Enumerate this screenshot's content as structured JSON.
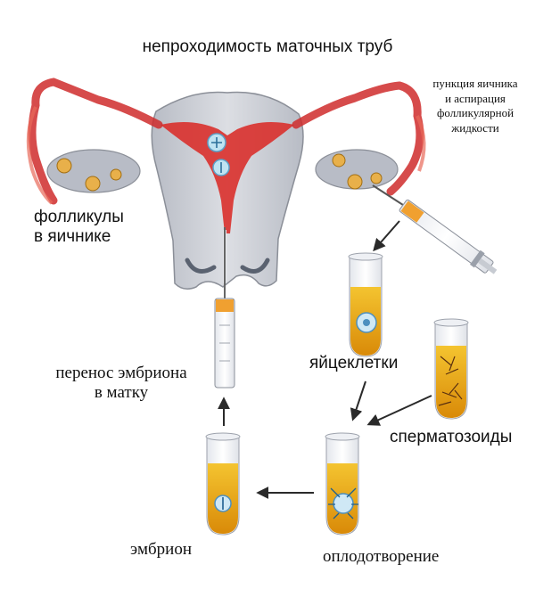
{
  "labels": {
    "title": "непроходимость маточных труб",
    "puncture": [
      "пункция яичника",
      "и аспирация",
      "фолликулярной",
      "жидкости"
    ],
    "follicles": [
      "фолликулы",
      "в яичнике"
    ],
    "eggs": "яйцеклетки",
    "transfer": [
      "перенос эмбриона",
      "в матку"
    ],
    "sperm": "сперматозоиды",
    "embryo": "эмбрион",
    "fertilization": "оплодотворение"
  },
  "colors": {
    "uterus_fill": "#c9ccd4",
    "uterus_outline": "#8b8f98",
    "endometrium": "#d9302c",
    "tube": "#cf2b2b",
    "ovary": "#b8bcc6",
    "follicle": "#e8b04a",
    "tube_liquid": "#e09a10",
    "glass": "#f1f3f7",
    "arrow": "#2a2a2a"
  },
  "icons": [
    "syringe-icon",
    "arrow-icon",
    "egg-cell-icon",
    "sperm-icon",
    "embryo-icon"
  ]
}
